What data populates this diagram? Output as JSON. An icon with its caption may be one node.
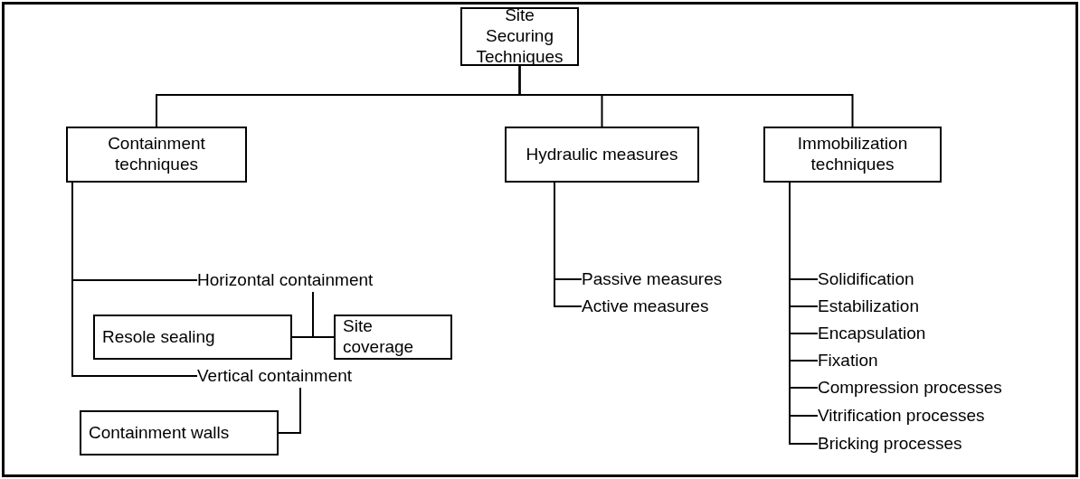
{
  "diagram": {
    "nodes": [
      {
        "text": [
          "Site Securing Techniques"
        ]
      },
      {
        "text": [
          "Containment techniques"
        ]
      },
      {
        "text": [
          "Hydraulic measures"
        ]
      },
      {
        "text": [
          "Immobilization techniques"
        ]
      },
      {
        "text": [
          "Horizontal containment"
        ]
      },
      {
        "text": [
          "Resole sealing"
        ]
      },
      {
        "text": [
          "Site coverage"
        ]
      },
      {
        "text": [
          "Vertical containment"
        ]
      },
      {
        "text": [
          "Containment walls"
        ]
      },
      {
        "text": [
          "Passive measures"
        ]
      },
      {
        "text": [
          "Active measures"
        ]
      },
      {
        "text": [
          "Solidification"
        ]
      },
      {
        "text": [
          "Estabilization"
        ]
      },
      {
        "text": [
          "Encapsulation"
        ]
      },
      {
        "text": [
          "Fixation"
        ]
      },
      {
        "text": [
          "Compression processes"
        ]
      },
      {
        "text": [
          "Vitrification processes"
        ]
      },
      {
        "text": [
          "Bricking processes"
        ]
      }
    ],
    "edges": [
      {
        "from": 0,
        "to": 1,
        "arrow": "none"
      },
      {
        "from": 0,
        "to": 2,
        "arrow": "none"
      },
      {
        "from": 0,
        "to": 3,
        "arrow": "none"
      },
      {
        "from": 1,
        "to": 4,
        "arrow": "none"
      },
      {
        "from": 1,
        "to": 7,
        "arrow": "none"
      },
      {
        "from": 4,
        "to": 5,
        "arrow": "none"
      },
      {
        "from": 4,
        "to": 6,
        "arrow": "none"
      },
      {
        "from": 7,
        "to": 8,
        "arrow": "none"
      },
      {
        "from": 2,
        "to": 9,
        "arrow": "none"
      },
      {
        "from": 2,
        "to": 10,
        "arrow": "none"
      },
      {
        "from": 3,
        "to": 11,
        "arrow": "none"
      },
      {
        "from": 3,
        "to": 12,
        "arrow": "none"
      },
      {
        "from": 3,
        "to": 13,
        "arrow": "none"
      },
      {
        "from": 3,
        "to": 14,
        "arrow": "none"
      },
      {
        "from": 3,
        "to": 15,
        "arrow": "none"
      },
      {
        "from": 3,
        "to": 16,
        "arrow": "none"
      },
      {
        "from": 3,
        "to": 17,
        "arrow": "none"
      }
    ]
  }
}
